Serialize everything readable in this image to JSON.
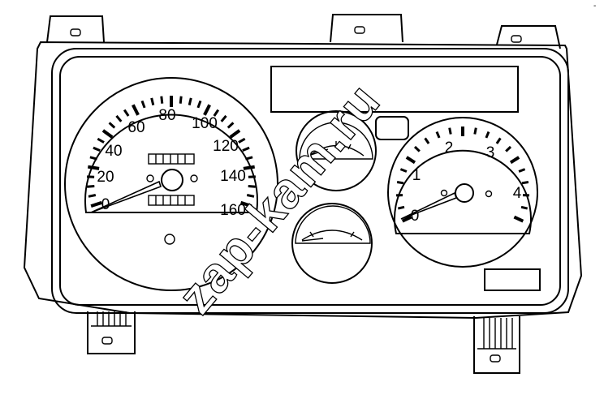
{
  "speedometer": {
    "labels": [
      "0",
      "20",
      "40",
      "60",
      "80",
      "100",
      "120",
      "140",
      "160"
    ]
  },
  "tachometer": {
    "labels": [
      "0",
      "1",
      "2",
      "3",
      "4"
    ]
  },
  "watermark": {
    "text": "zap-kam.ru"
  },
  "corner_mark": {
    "text": "-"
  }
}
